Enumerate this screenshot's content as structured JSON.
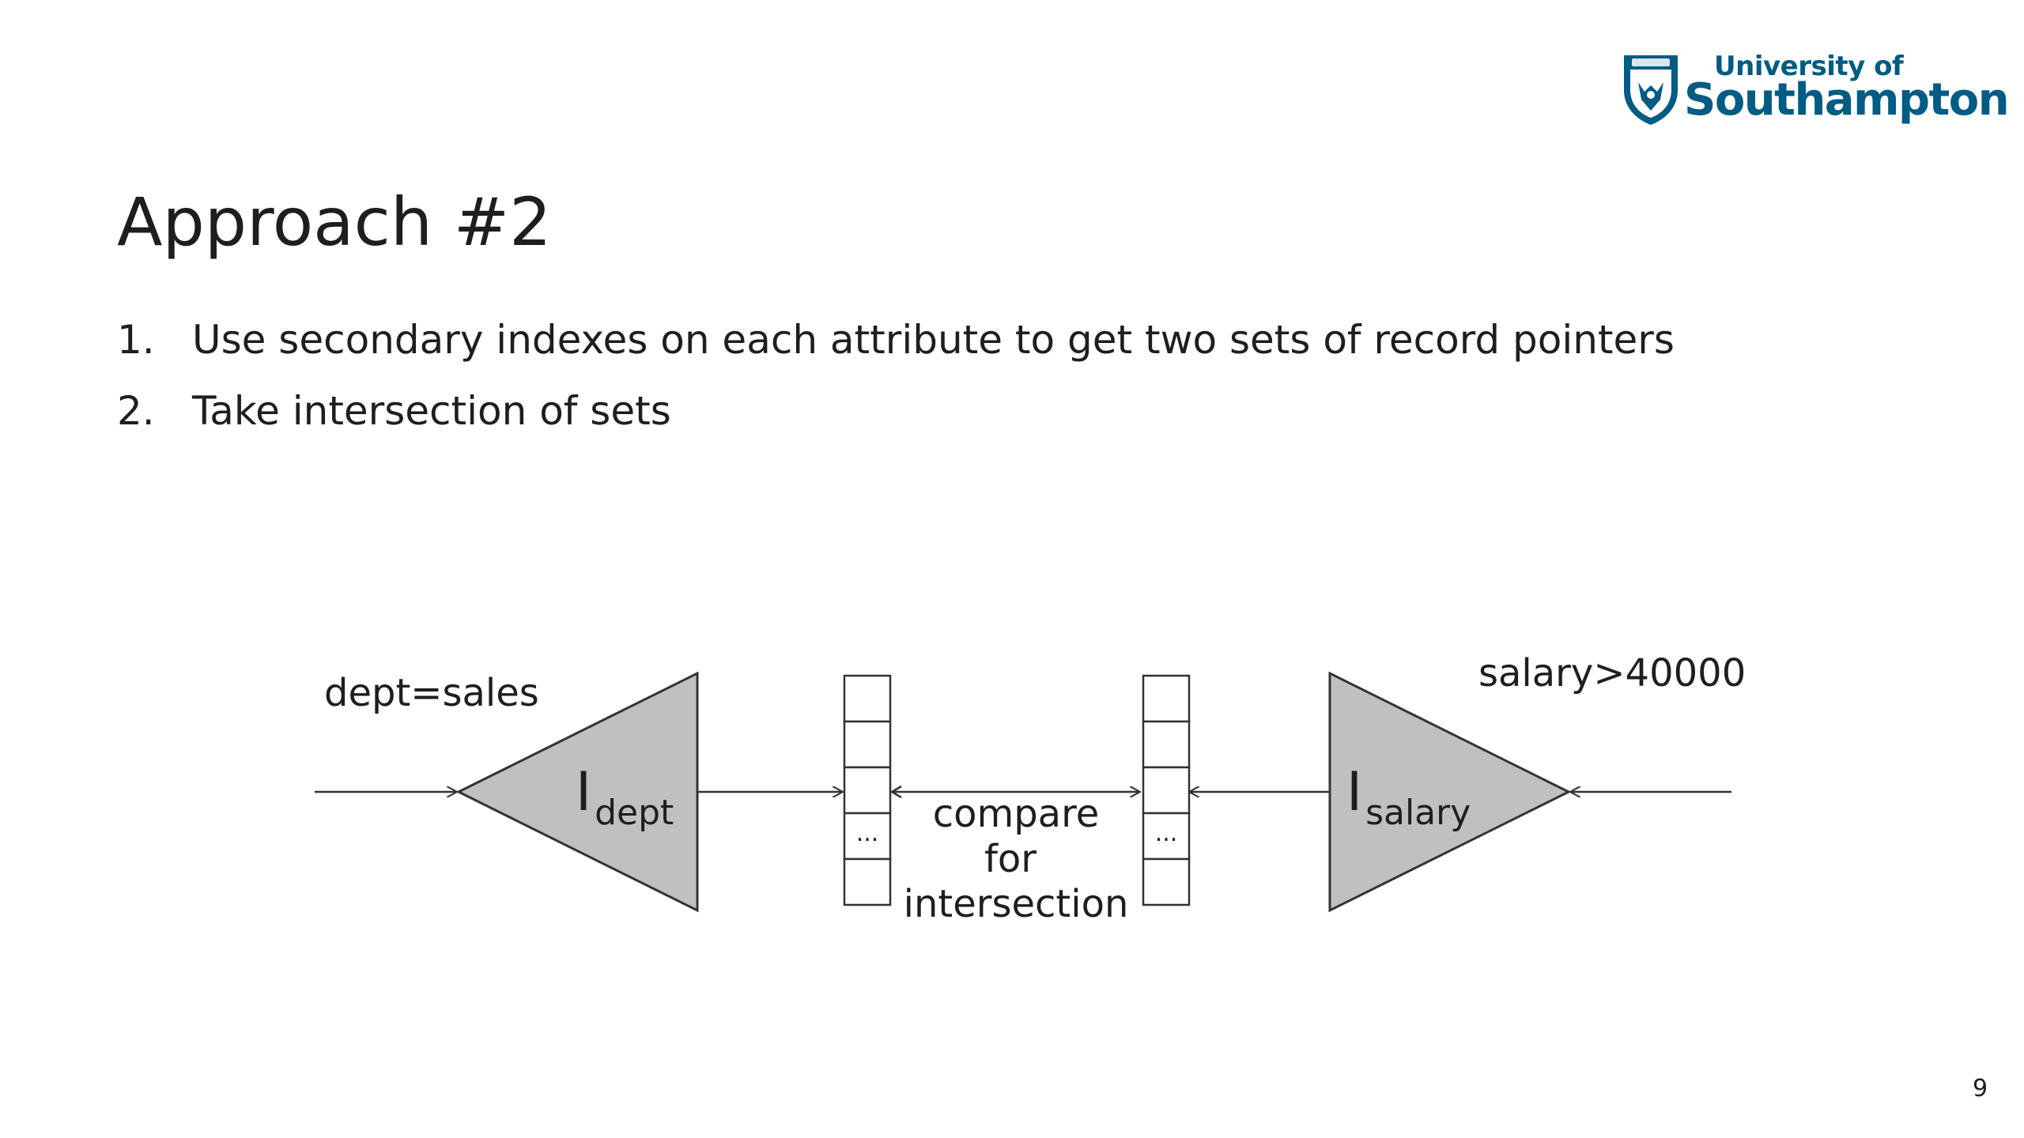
{
  "logo": {
    "line1": "University of",
    "line2": "Southampton"
  },
  "title": "Approach #2",
  "steps": [
    {
      "number": "1.",
      "text": "Use secondary indexes on each attribute to get two sets of record pointers"
    },
    {
      "number": "2.",
      "text": "Take intersection of sets"
    }
  ],
  "diagram": {
    "left_condition": "dept=sales",
    "right_condition": "salary>40000",
    "left_index": {
      "main": "I",
      "sub": "dept"
    },
    "right_index": {
      "main": "I",
      "sub": "salary"
    },
    "ellipsis": "...",
    "compare_lines": [
      "compare",
      "for",
      "intersection"
    ]
  },
  "page_number": "9",
  "colors": {
    "brand": "#005c84",
    "triangle_fill": "#c0c0c0",
    "text": "#1e1e1e"
  }
}
